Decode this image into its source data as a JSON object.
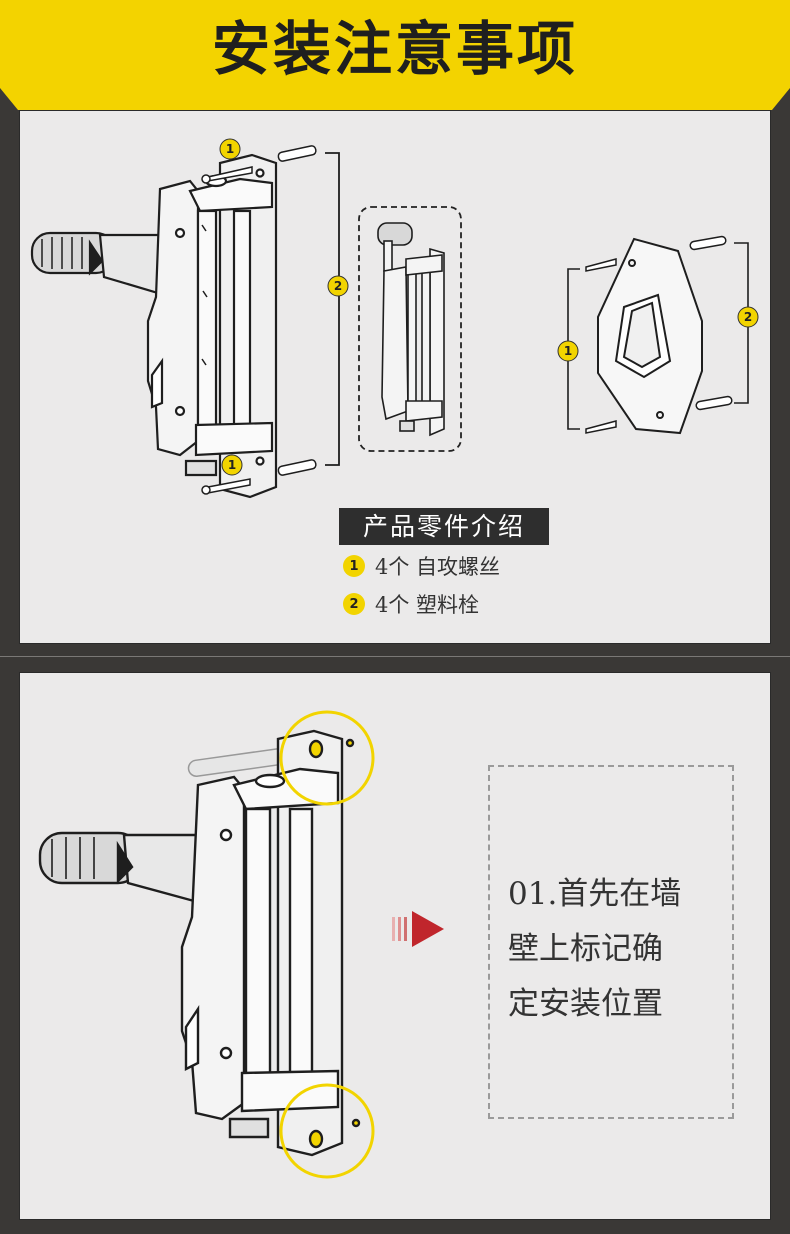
{
  "header": {
    "title": "安装注意事项",
    "bg_color": "#f3d300"
  },
  "diagram1": {
    "callout_1": "1",
    "callout_2": "2"
  },
  "parts": {
    "title": "产品零件介绍",
    "items": [
      {
        "badge": "1",
        "text": "4个 自攻螺丝"
      },
      {
        "badge": "2",
        "text": "4个 塑料栓"
      }
    ]
  },
  "step": {
    "lines": [
      "01.首先在墙",
      "壁上标记确",
      "定安装位置"
    ]
  },
  "colors": {
    "accent": "#f2d400",
    "arrow": "#c0262c",
    "panel_bg": "#ebeaea"
  }
}
